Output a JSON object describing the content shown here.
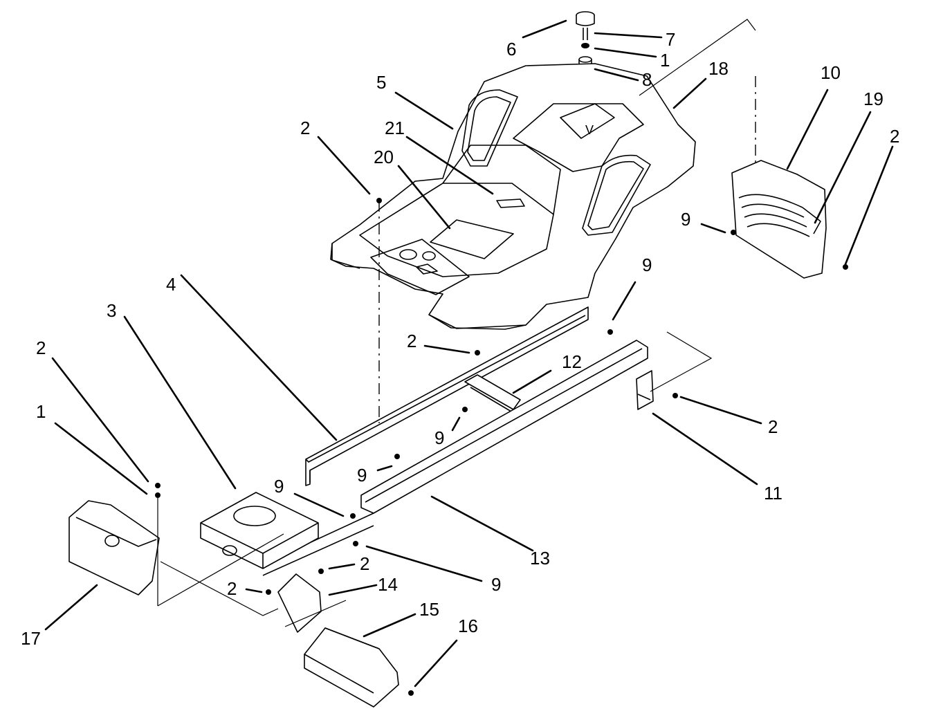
{
  "callouts": [
    {
      "id": "c6",
      "text": "6"
    },
    {
      "id": "c7",
      "text": "7"
    },
    {
      "id": "c1a",
      "text": "1"
    },
    {
      "id": "c8",
      "text": "8"
    },
    {
      "id": "c18",
      "text": "18"
    },
    {
      "id": "c5",
      "text": "5"
    },
    {
      "id": "c10",
      "text": "10"
    },
    {
      "id": "c19",
      "text": "19"
    },
    {
      "id": "c2a",
      "text": "2"
    },
    {
      "id": "c2b",
      "text": "2"
    },
    {
      "id": "c21",
      "text": "21"
    },
    {
      "id": "c20",
      "text": "20"
    },
    {
      "id": "c9a",
      "text": "9"
    },
    {
      "id": "c4",
      "text": "4"
    },
    {
      "id": "c3",
      "text": "3"
    },
    {
      "id": "c9b",
      "text": "9"
    },
    {
      "id": "c2c",
      "text": "2"
    },
    {
      "id": "c2d",
      "text": "2"
    },
    {
      "id": "c12",
      "text": "12"
    },
    {
      "id": "c1b",
      "text": "1"
    },
    {
      "id": "c2e",
      "text": "2"
    },
    {
      "id": "c9c",
      "text": "9"
    },
    {
      "id": "c9d",
      "text": "9"
    },
    {
      "id": "c11",
      "text": "11"
    },
    {
      "id": "c9e",
      "text": "9"
    },
    {
      "id": "c13",
      "text": "13"
    },
    {
      "id": "c2f",
      "text": "2"
    },
    {
      "id": "c9f",
      "text": "9"
    },
    {
      "id": "c14",
      "text": "14"
    },
    {
      "id": "c2g",
      "text": "2"
    },
    {
      "id": "c15",
      "text": "15"
    },
    {
      "id": "c16",
      "text": "16"
    },
    {
      "id": "c17",
      "text": "17"
    }
  ]
}
